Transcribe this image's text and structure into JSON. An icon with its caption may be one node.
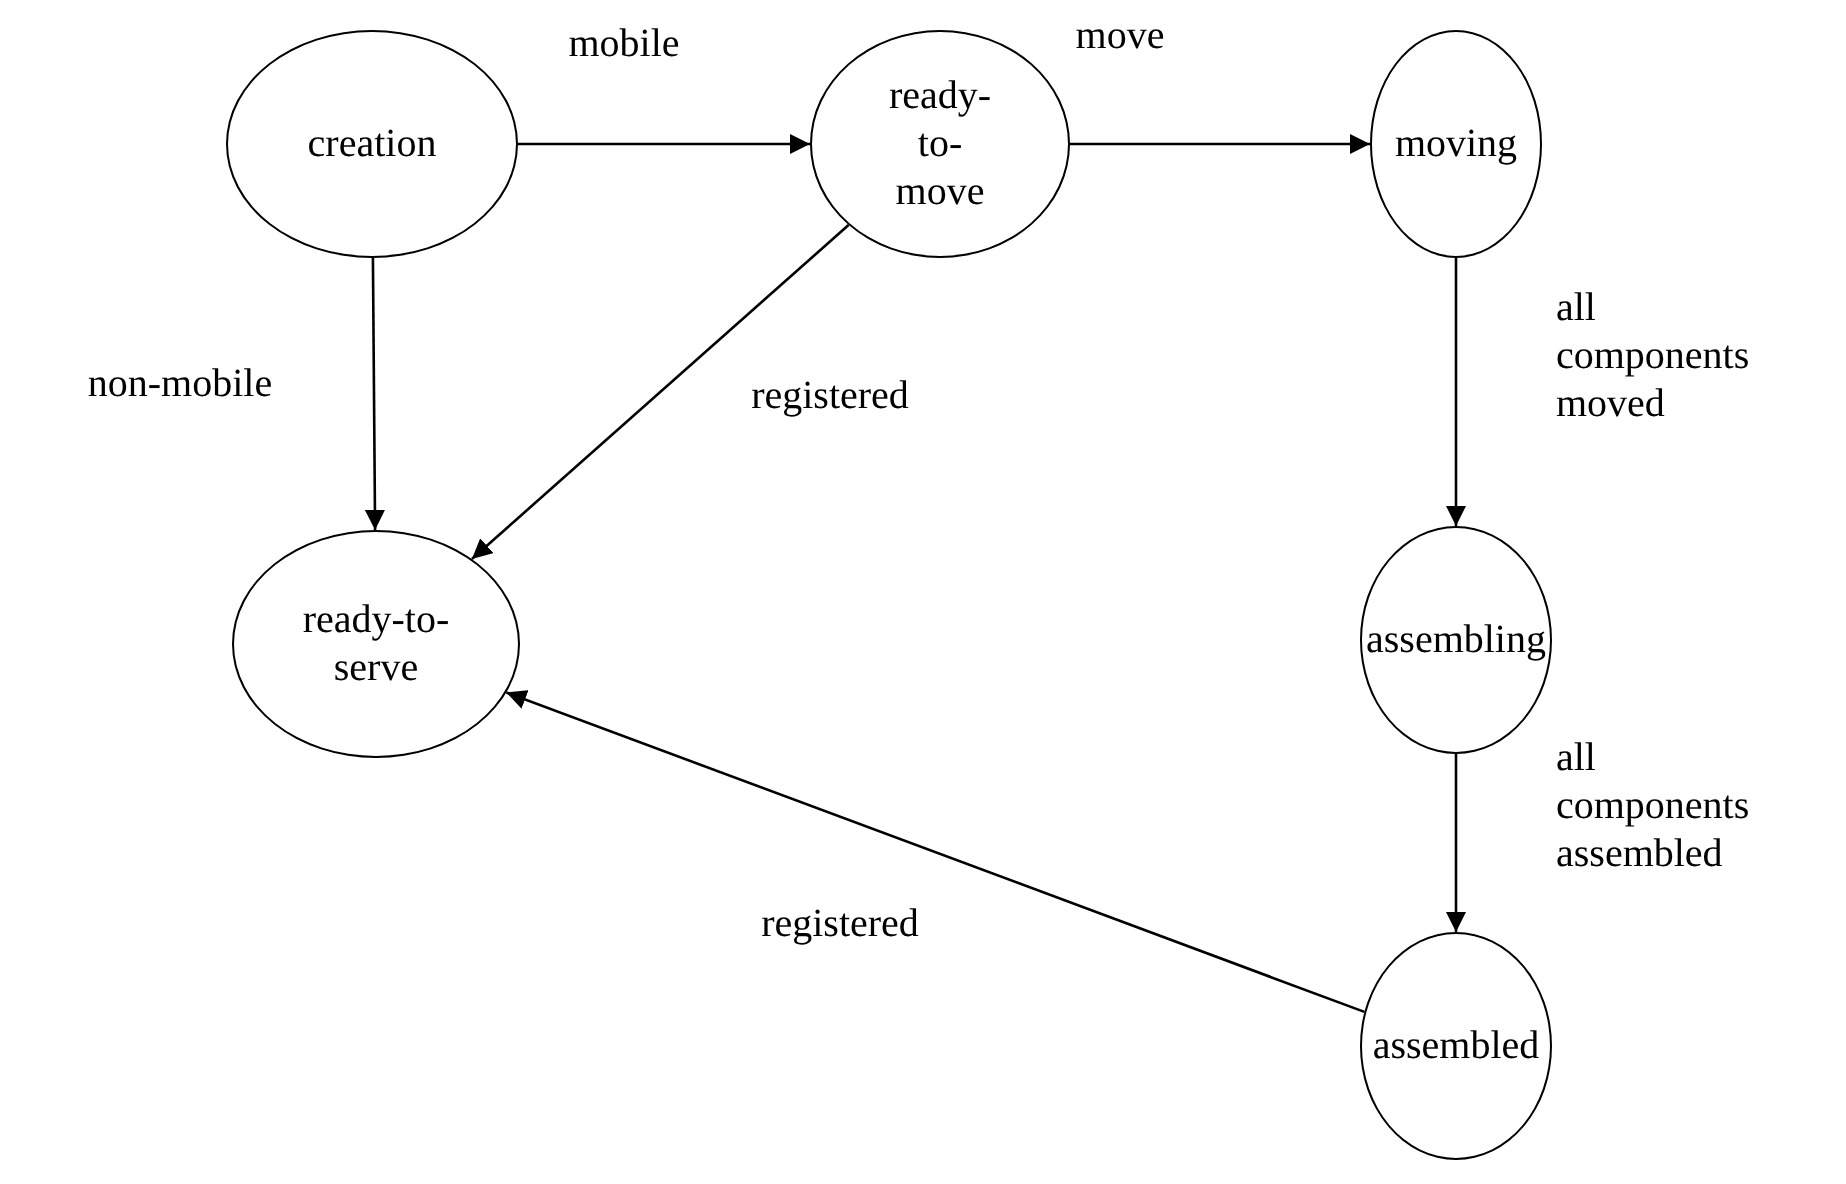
{
  "diagram": {
    "nodes": [
      {
        "text": [
          "creation"
        ]
      },
      {
        "text": [
          "ready-to-move"
        ]
      },
      {
        "text": [
          "moving"
        ]
      },
      {
        "text": [
          "ready-to-serve"
        ]
      },
      {
        "text": [
          "assembling"
        ]
      },
      {
        "text": [
          "assembled"
        ]
      }
    ],
    "edges": [
      {
        "from": 0,
        "to": 1,
        "arrow": "to",
        "label": "mobile"
      },
      {
        "from": 1,
        "to": 2,
        "arrow": "to",
        "label": "move"
      },
      {
        "from": 0,
        "to": 3,
        "arrow": "to",
        "label": "non-mobile"
      },
      {
        "from": 1,
        "to": 3,
        "arrow": "to",
        "label": "registered"
      },
      {
        "from": 2,
        "to": 4,
        "arrow": "to",
        "label": "all components moved"
      },
      {
        "from": 4,
        "to": 5,
        "arrow": "to",
        "label": "all components assembled"
      },
      {
        "from": 5,
        "to": 3,
        "arrow": "to",
        "label": "registered"
      }
    ]
  }
}
